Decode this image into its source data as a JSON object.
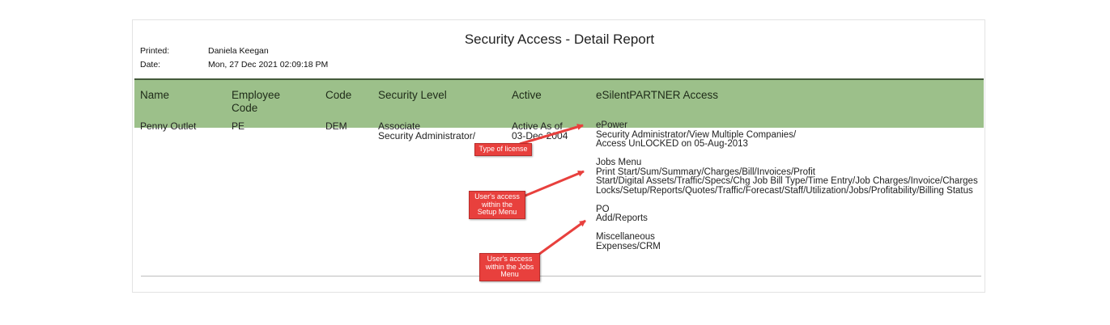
{
  "report": {
    "title": "Security Access - Detail Report",
    "printed_label": "Printed:",
    "printed_value": "Daniela Keegan",
    "date_label": "Date:",
    "date_value": "Mon, 27 Dec 2021 02:09:18 PM"
  },
  "columns": {
    "name": "Name",
    "employee_code_1": "Employee",
    "employee_code_2": "Code",
    "code": "Code",
    "security_level": "Security Level",
    "active": "Active",
    "access": "eSilentPARTNER Access"
  },
  "row": {
    "name": "Penny Outlet",
    "employee_code": "PE",
    "code": "DEM",
    "security_level_1": "Associate",
    "security_level_2": "Security Administrator/",
    "active_1": "Active As of",
    "active_2": "03-Dec-2004",
    "access": [
      "ePower",
      "Security Administrator/View Multiple Companies/",
      "Access UnLOCKED on 05-Aug-2013",
      "",
      "Jobs Menu",
      "Print Start/Sum/Summary/Charges/Bill/Invoices/Profit",
      "Start/Digital Assets/Traffic/Specs/Chg Job Bill Type/Time Entry/Job Charges/Invoice/Charges",
      "Locks/Setup/Reports/Quotes/Traffic/Forecast/Staff/Utilization/Jobs/Profitability/Billing Status",
      "",
      "PO",
      "Add/Reports",
      "",
      "Miscellaneous",
      "Expenses/CRM"
    ]
  },
  "callouts": {
    "license": "Type of license",
    "setup_1": "User's access",
    "setup_2": "within the",
    "setup_3": "Setup Menu",
    "jobs_1": "User's access",
    "jobs_2": "within the Jobs",
    "jobs_3": "Menu"
  },
  "colors": {
    "header_bar": "#9cc08a",
    "callout": "#e8403d"
  }
}
